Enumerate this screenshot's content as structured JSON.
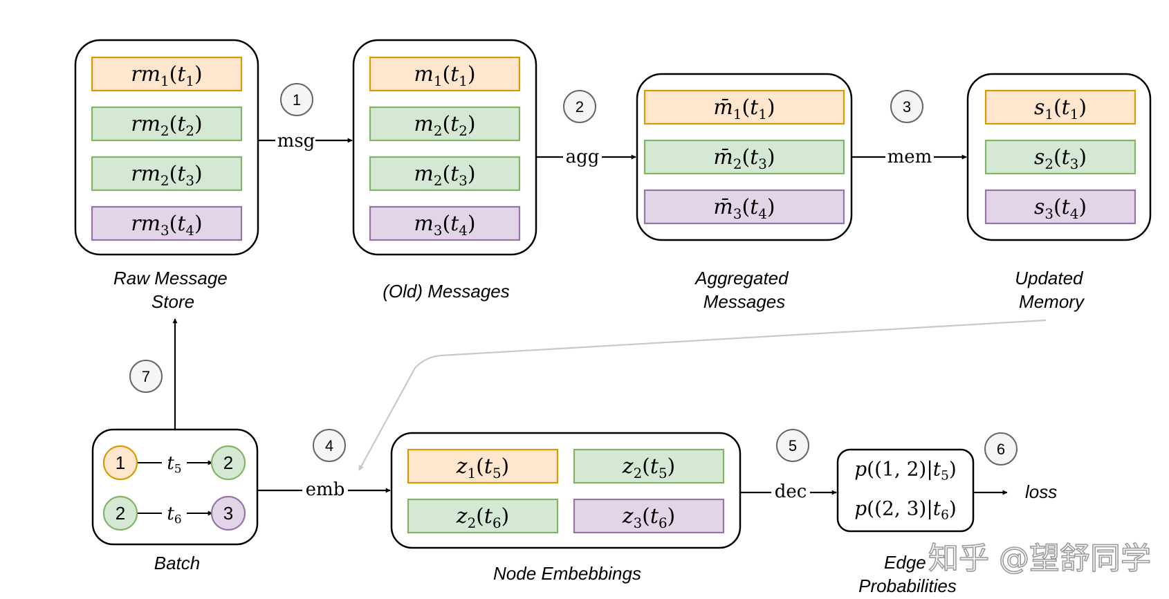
{
  "colors": {
    "orange_fill": "#ffe6cc",
    "orange_stroke": "#d79b00",
    "green_fill": "#d5e8d4",
    "green_stroke": "#82b366",
    "purple_fill": "#e1d5e7",
    "purple_stroke": "#9673a6",
    "step_fill": "#f5f5f5",
    "step_stroke": "#666666",
    "feedback_line": "#c8c8c8"
  },
  "groups": {
    "raw_store": {
      "caption": [
        "Raw Message",
        "Store"
      ],
      "items": [
        {
          "base": "rm",
          "sub": "1",
          "time": "1",
          "color": "orange"
        },
        {
          "base": "rm",
          "sub": "2",
          "time": "2",
          "color": "green"
        },
        {
          "base": "rm",
          "sub": "2",
          "time": "3",
          "color": "green"
        },
        {
          "base": "rm",
          "sub": "3",
          "time": "4",
          "color": "purple"
        }
      ]
    },
    "old_messages": {
      "caption": [
        "(Old) Messages"
      ],
      "items": [
        {
          "base": "m",
          "sub": "1",
          "time": "1",
          "color": "orange"
        },
        {
          "base": "m",
          "sub": "2",
          "time": "2",
          "color": "green"
        },
        {
          "base": "m",
          "sub": "2",
          "time": "3",
          "color": "green"
        },
        {
          "base": "m",
          "sub": "3",
          "time": "4",
          "color": "purple"
        }
      ]
    },
    "aggregated": {
      "caption": [
        "Aggregated",
        "Messages"
      ],
      "items": [
        {
          "base": "m̄",
          "sub": "1",
          "time": "1",
          "color": "orange"
        },
        {
          "base": "m̄",
          "sub": "2",
          "time": "3",
          "color": "green"
        },
        {
          "base": "m̄",
          "sub": "3",
          "time": "4",
          "color": "purple"
        }
      ]
    },
    "memory": {
      "caption": [
        "Updated",
        "Memory"
      ],
      "items": [
        {
          "base": "s",
          "sub": "1",
          "time": "1",
          "color": "orange"
        },
        {
          "base": "s",
          "sub": "2",
          "time": "3",
          "color": "green"
        },
        {
          "base": "s",
          "sub": "3",
          "time": "4",
          "color": "purple"
        }
      ]
    },
    "batch": {
      "caption": [
        "Batch"
      ],
      "edges": [
        {
          "from": "1",
          "from_color": "orange",
          "label_sub": "5",
          "to": "2",
          "to_color": "green"
        },
        {
          "from": "2",
          "from_color": "green",
          "label_sub": "6",
          "to": "3",
          "to_color": "purple"
        }
      ]
    },
    "embeddings": {
      "caption": [
        "Node Embebbings"
      ],
      "items": [
        {
          "base": "z",
          "sub": "1",
          "time": "5",
          "color": "orange"
        },
        {
          "base": "z",
          "sub": "2",
          "time": "5",
          "color": "green"
        },
        {
          "base": "z",
          "sub": "2",
          "time": "6",
          "color": "green"
        },
        {
          "base": "z",
          "sub": "3",
          "time": "6",
          "color": "purple"
        }
      ]
    },
    "probabilities": {
      "caption": [
        "Edge",
        "Probabilities"
      ],
      "items": [
        {
          "pair": "(1, 2)",
          "time": "5"
        },
        {
          "pair": "(2, 3)",
          "time": "6"
        }
      ]
    }
  },
  "arrows": {
    "msg": "msg",
    "agg": "agg",
    "mem": "mem",
    "emb": "emb",
    "dec": "dec",
    "loss": "loss"
  },
  "steps": [
    "1",
    "2",
    "3",
    "4",
    "5",
    "6",
    "7"
  ],
  "watermark": "知乎 @望舒同学"
}
